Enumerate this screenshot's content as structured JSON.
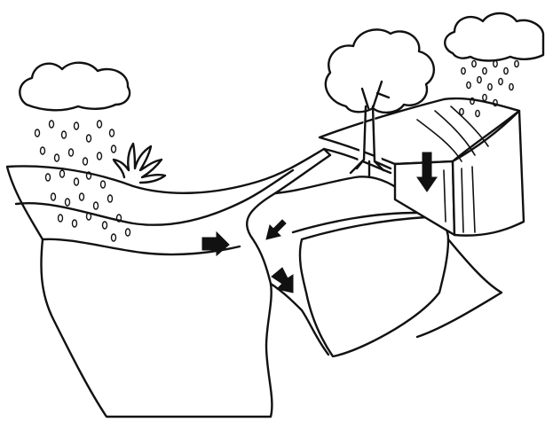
{
  "diagram": {
    "caption": "",
    "ink_color": "#111111",
    "background_color": "#ffffff",
    "elements": {
      "left_cloud": "cloud",
      "right_cloud": "cloud",
      "tree": "tree",
      "bush": "bush",
      "rain": "raindrops",
      "flow_arrows": [
        "surface-runoff",
        "runoff",
        "channel-flow",
        "infiltration"
      ]
    }
  }
}
